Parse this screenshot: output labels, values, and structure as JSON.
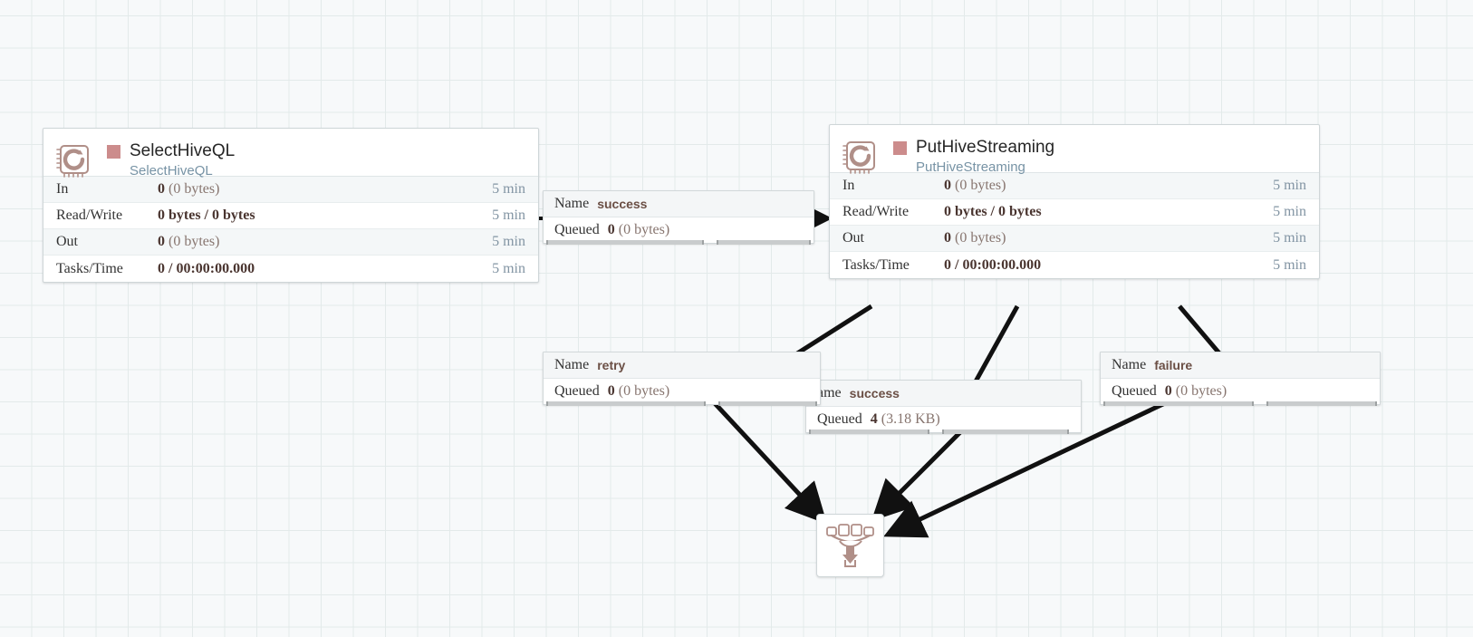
{
  "canvas": {
    "background_color": "#f7f9fa",
    "grid_color": "#e3eaea"
  },
  "theme": {
    "stopped_square_color": "#cc8c8c",
    "icon_color": "#b08f88",
    "edge_color": "#111111"
  },
  "processors": [
    {
      "id": "selecthiveql",
      "name": "SelectHiveQL",
      "type": "SelectHiveQL",
      "icon": "processor-chip-icon",
      "status_icon": "stopped-square-icon",
      "stats": [
        {
          "label": "In",
          "value_bold": "0",
          "value_rest": "(0 bytes)",
          "time": "5 min"
        },
        {
          "label": "Read/Write",
          "value_bold": "0 bytes / 0 bytes",
          "value_rest": "",
          "time": "5 min"
        },
        {
          "label": "Out",
          "value_bold": "0",
          "value_rest": "(0 bytes)",
          "time": "5 min"
        },
        {
          "label": "Tasks/Time",
          "value_bold": "0 / 00:00:00.000",
          "value_rest": "",
          "time": "5 min"
        }
      ]
    },
    {
      "id": "puthivestreaming",
      "name": "PutHiveStreaming",
      "type": "PutHiveStreaming",
      "icon": "processor-chip-icon",
      "status_icon": "stopped-square-icon",
      "stats": [
        {
          "label": "In",
          "value_bold": "0",
          "value_rest": "(0 bytes)",
          "time": "5 min"
        },
        {
          "label": "Read/Write",
          "value_bold": "0 bytes / 0 bytes",
          "value_rest": "",
          "time": "5 min"
        },
        {
          "label": "Out",
          "value_bold": "0",
          "value_rest": "(0 bytes)",
          "time": "5 min"
        },
        {
          "label": "Tasks/Time",
          "value_bold": "0 / 00:00:00.000",
          "value_rest": "",
          "time": "5 min"
        }
      ]
    }
  ],
  "connections": [
    {
      "id": "conn-select-success",
      "name_label": "Name",
      "name_value": "success",
      "queued_label": "Queued",
      "queued_count": "0",
      "queued_size": "(0 bytes)"
    },
    {
      "id": "conn-retry",
      "name_label": "Name",
      "name_value": "retry",
      "queued_label": "Queued",
      "queued_count": "0",
      "queued_size": "(0 bytes)"
    },
    {
      "id": "conn-put-success",
      "name_label": "ame",
      "name_value": "success",
      "queued_label": "Queued",
      "queued_count": "4",
      "queued_size": "(3.18 KB)"
    },
    {
      "id": "conn-failure",
      "name_label": "Name",
      "name_value": "failure",
      "queued_label": "Queued",
      "queued_count": "0",
      "queued_size": "(0 bytes)"
    }
  ],
  "funnel": {
    "id": "funnel-1",
    "icon": "funnel-icon"
  }
}
